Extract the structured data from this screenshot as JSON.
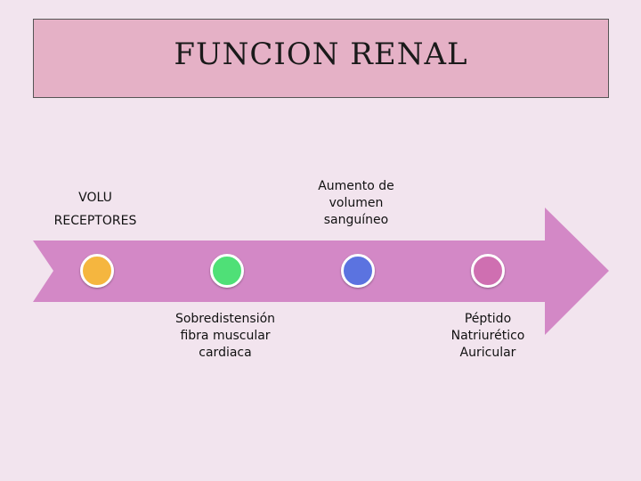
{
  "title": "FUNCION RENAL",
  "colors": {
    "background": "#f2e4ee",
    "title_box": "#e5b1c6",
    "arrow": "#d388c6",
    "node_colors": [
      "#f5b63f",
      "#4fe077",
      "#5b73e0",
      "#cf6fb1"
    ]
  },
  "steps": [
    {
      "label": "VOLU\nRECEPTORES",
      "node": "orange"
    },
    {
      "label": "Sobredistensión\nfibra muscular\ncardiaca",
      "node": "green"
    },
    {
      "label": "Aumento de\nvolumen\nsanguíneo",
      "node": "blue"
    },
    {
      "label": "Péptido\nNatriurético\nAuricular",
      "node": "pink"
    }
  ]
}
